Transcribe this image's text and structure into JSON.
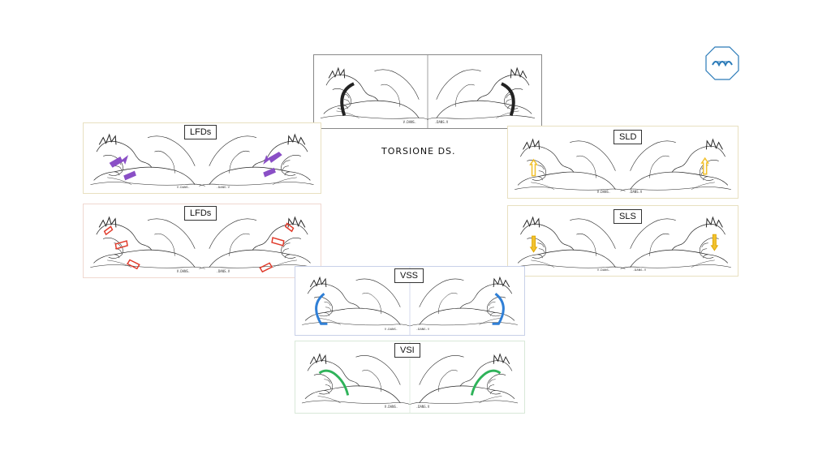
{
  "title": "TORSIONE DS.",
  "labels": {
    "lfds_1": "LFDs",
    "lfds_2": "LFDs",
    "sld": "SLD",
    "sls": "SLS",
    "vss": "VSS",
    "vsi": "VSI"
  },
  "colors": {
    "top": "#222222",
    "lfds_1": "#8a4fc6",
    "lfds_2": "#e03a2a",
    "sld": "#f2c230",
    "sls": "#f2c230",
    "vss": "#2f7fd6",
    "vsi": "#2fb35a",
    "logo": "#2a7ab8"
  },
  "icons": [
    "skull-sketch-icon",
    "rotation-arrow-icon",
    "logo-icon"
  ]
}
